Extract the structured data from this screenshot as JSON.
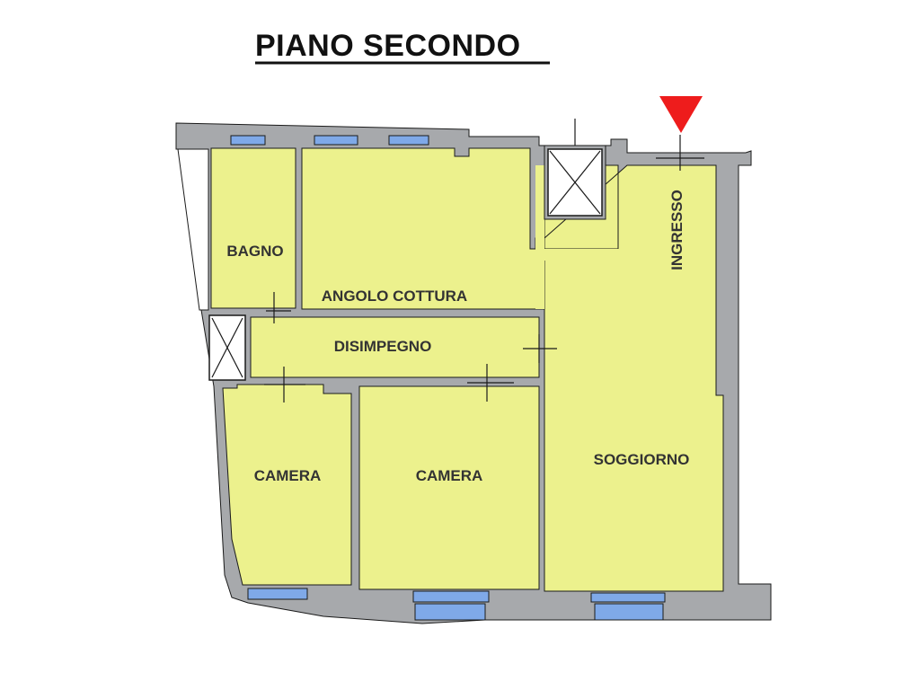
{
  "title": "PIANO SECONDO",
  "rooms": {
    "bagno": "BAGNO",
    "angolo_cottura": "ANGOLO COTTURA",
    "disimpegno": "DISIMPEGNO",
    "camera_1": "CAMERA",
    "camera_2": "CAMERA",
    "soggiorno": "SOGGIORNO",
    "ingresso": "INGRESSO"
  },
  "colors": {
    "wall": "#a7a9ac",
    "floor": "#ecf18d",
    "window": "#7fa9e8",
    "outline": "#1a1a1a",
    "entrance_marker": "#ee1c1c",
    "title": "#111111",
    "label": "#333333"
  },
  "icons": {
    "entrance": "red-triangle-down",
    "shaft": "crossed-box"
  }
}
